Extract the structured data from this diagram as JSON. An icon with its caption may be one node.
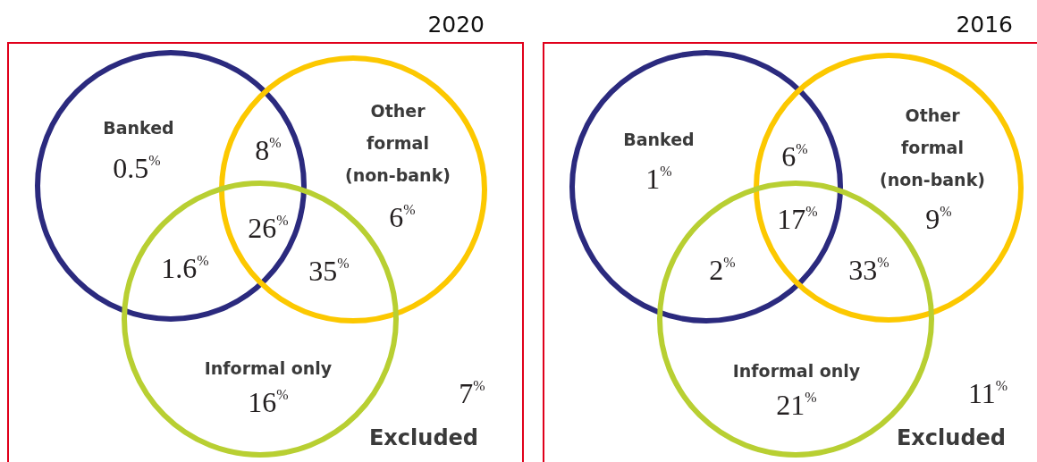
{
  "diagram": {
    "nodes": [
      {
        "text": [
          "2020"
        ]
      },
      {
        "text": [
          "Banked",
          "0.5$^{%}$"
        ],
        "in": 0
      },
      {
        "text": [
          "Other formal (non-bank)",
          "6$^{%}$"
        ],
        "in": 0
      },
      {
        "text": [
          "Informal only",
          "16$^{%}$"
        ],
        "in": 0
      },
      {
        "text": [
          "2016"
        ]
      },
      {
        "text": [
          "Banked",
          "1$^{%}$"
        ],
        "in": 4
      },
      {
        "text": [
          "Other formal (non-bank)",
          "9$^{%}$"
        ],
        "in": 4
      },
      {
        "text": [
          "Informal only",
          "21$^{%}$"
        ],
        "in": 4
      }
    ],
    "edges": [],
    "labels": [
      "8$^{%}$",
      "26$^{%}$",
      "1.6$^{%}$",
      "35$^{%}$",
      "7$^{%}$",
      "Excluded",
      "6$^{%}$",
      "17$^{%}$",
      "2$^{%}$",
      "33$^{%}$",
      "11$^{%}$",
      "Excluded"
    ]
  }
}
